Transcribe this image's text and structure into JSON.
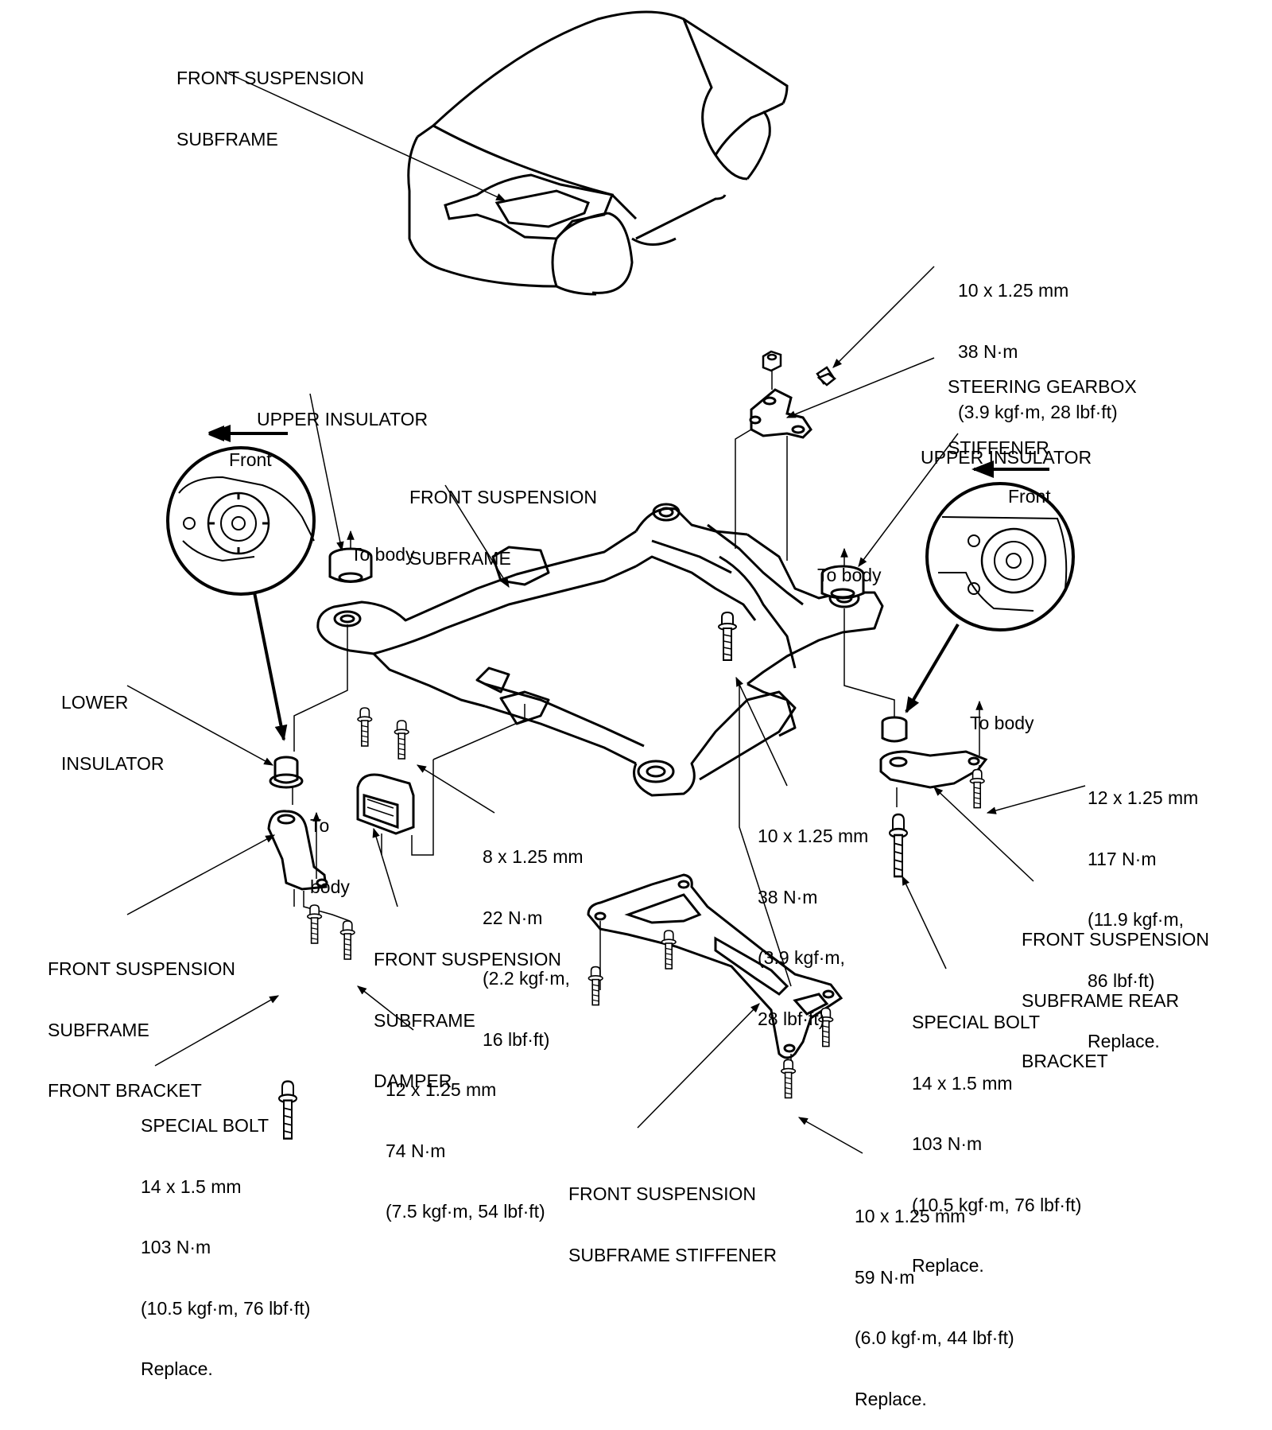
{
  "labels": {
    "car_subframe": [
      "FRONT SUSPENSION",
      "SUBFRAME"
    ],
    "bolt_gearbox": [
      "10 x 1.25 mm",
      "38 N·m",
      "(3.9 kgf·m, 28 lbf·ft)"
    ],
    "steering_stiffener": [
      "STEERING GEARBOX",
      "STIFFENER"
    ],
    "upper_insulator_left": "UPPER INSULATOR",
    "upper_insulator_right": "UPPER INSULATOR",
    "front_left": "Front",
    "front_right": "Front",
    "subframe_main": [
      "FRONT SUSPENSION",
      "SUBFRAME"
    ],
    "to_body_left": "To body",
    "to_body_right_top": "To body",
    "to_body_right": "To body",
    "to_body_lower": [
      "To",
      "body"
    ],
    "lower_insulator": [
      "LOWER",
      "INSULATOR"
    ],
    "bolt_damper": [
      "8 x 1.25 mm",
      "22 N·m",
      "(2.2 kgf·m,",
      "16 lbf·ft)"
    ],
    "bolt_center": [
      "10 x 1.25 mm",
      "38 N·m",
      "(3.9 kgf·m,",
      "28 lbf·ft)"
    ],
    "bolt_rear_bracket": [
      "12 x 1.25 mm",
      "117 N·m",
      "(11.9 kgf·m,",
      "86 lbf·ft)",
      "Replace."
    ],
    "front_bracket": [
      "FRONT SUSPENSION",
      "SUBFRAME",
      "FRONT BRACKET"
    ],
    "damper": [
      "FRONT SUSPENSION",
      "SUBFRAME",
      "DAMPER"
    ],
    "rear_bracket": [
      "FRONT SUSPENSION",
      "SUBFRAME REAR",
      "BRACKET"
    ],
    "special_bolt_right": [
      "SPECIAL BOLT",
      "14 x 1.5 mm",
      "103 N·m",
      "(10.5 kgf·m, 76 lbf·ft)",
      "Replace."
    ],
    "bolt_front_bracket": [
      "12 x 1.25 mm",
      "74 N·m",
      "(7.5 kgf·m, 54 lbf·ft)"
    ],
    "special_bolt_left": [
      "SPECIAL BOLT",
      "14 x 1.5 mm",
      "103 N·m",
      "(10.5 kgf·m, 76 lbf·ft)",
      "Replace."
    ],
    "subframe_stiffener": [
      "FRONT SUSPENSION",
      "SUBFRAME STIFFENER"
    ],
    "bolt_stiffener": [
      "10 x 1.25 mm",
      "59 N·m",
      "(6.0 kgf·m, 44 lbf·ft)",
      "Replace."
    ]
  }
}
